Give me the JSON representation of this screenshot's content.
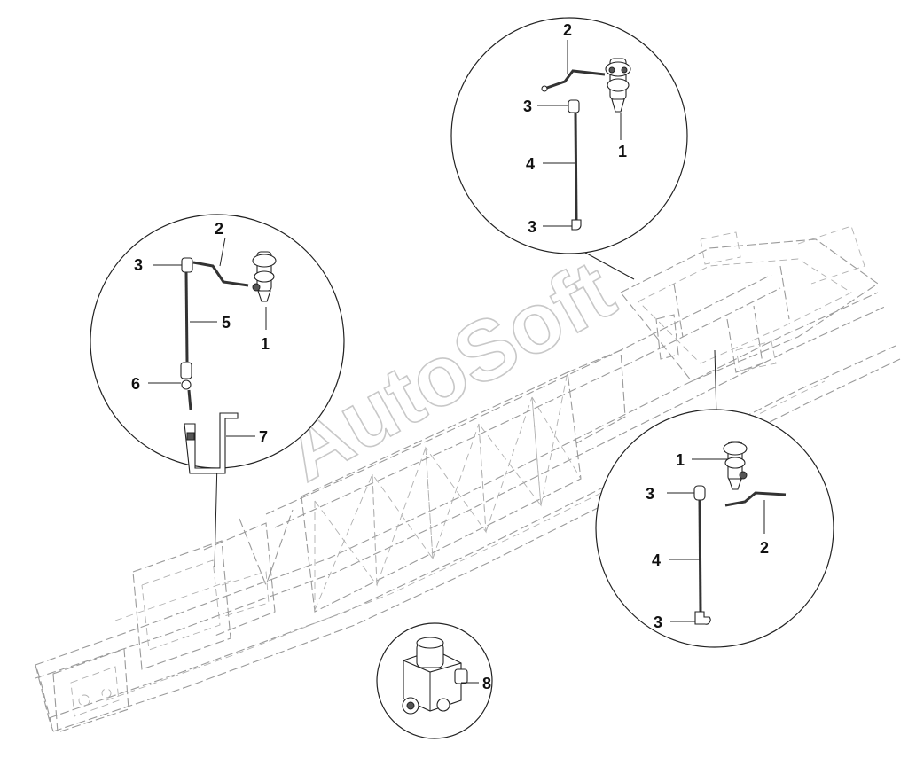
{
  "watermark": "AutoSoft",
  "callouts": {
    "top": {
      "c1": "1",
      "c2": "2",
      "c3a": "3",
      "c3b": "3",
      "c4": "4"
    },
    "left": {
      "c1": "1",
      "c2": "2",
      "c3": "3",
      "c5": "5",
      "c6": "6",
      "c7": "7"
    },
    "right": {
      "c1": "1",
      "c2": "2",
      "c3a": "3",
      "c3b": "3",
      "c4": "4"
    },
    "bottom": {
      "c8": "8"
    }
  }
}
